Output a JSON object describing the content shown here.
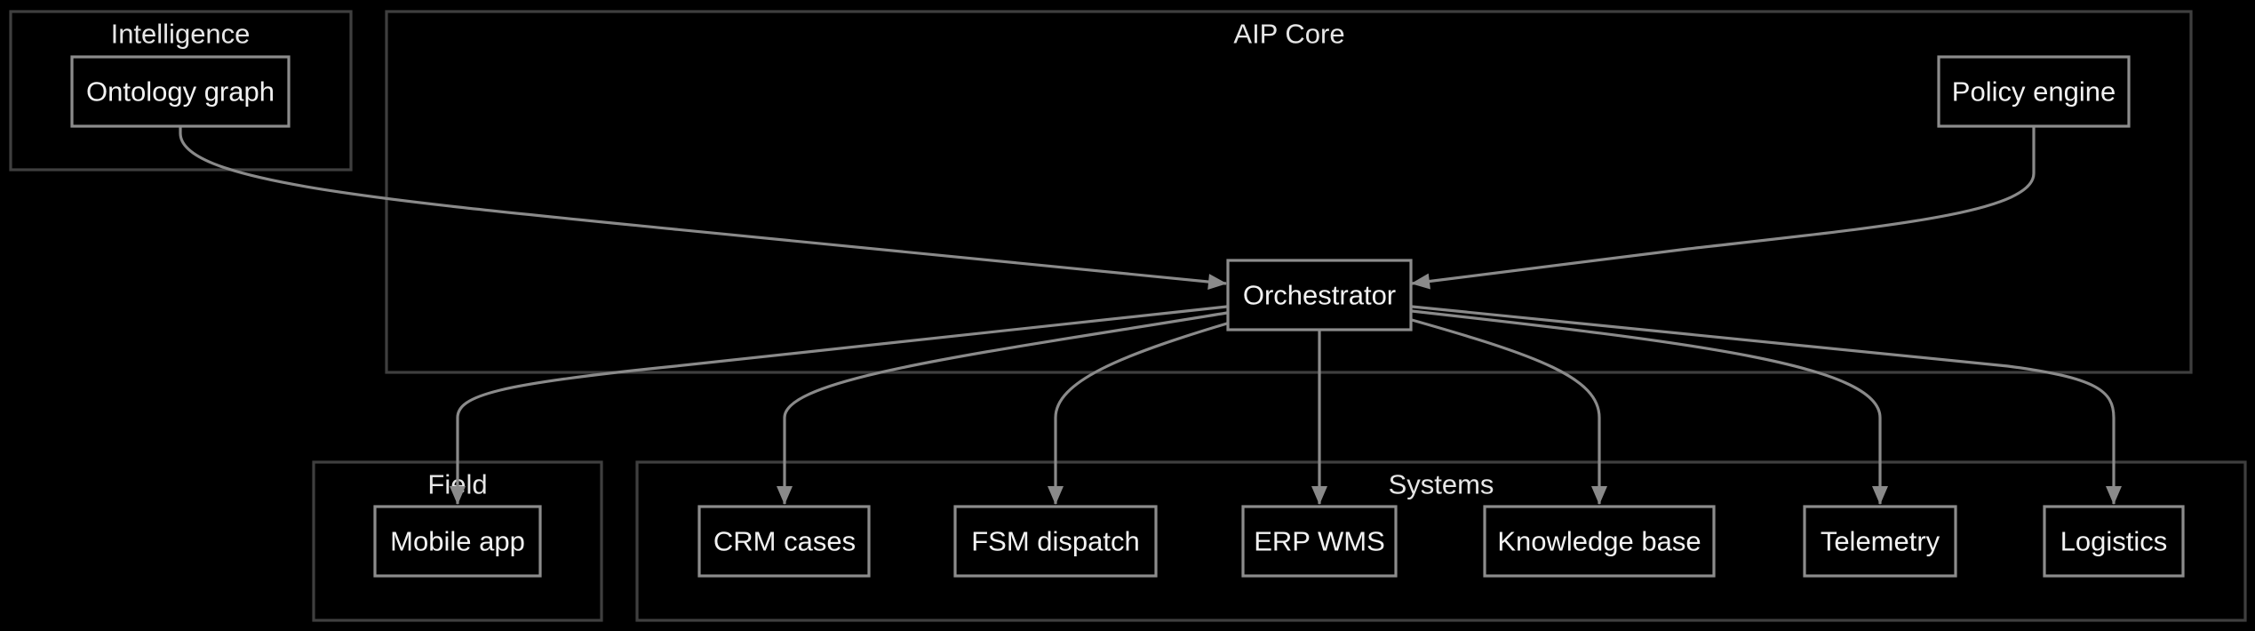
{
  "clusters": {
    "intelligence": "Intelligence",
    "aip_core": "AIP Core",
    "field": "Field",
    "systems": "Systems"
  },
  "nodes": {
    "ontology_graph": "Ontology graph",
    "policy_engine": "Policy engine",
    "orchestrator": "Orchestrator",
    "mobile_app": "Mobile app",
    "crm_cases": "CRM cases",
    "fsm_dispatch": "FSM dispatch",
    "erp_wms": "ERP WMS",
    "knowledge_base": "Knowledge base",
    "telemetry": "Telemetry",
    "logistics": "Logistics"
  },
  "edges": [
    {
      "from": "ontology_graph",
      "to": "orchestrator"
    },
    {
      "from": "policy_engine",
      "to": "orchestrator"
    },
    {
      "from": "orchestrator",
      "to": "mobile_app"
    },
    {
      "from": "orchestrator",
      "to": "crm_cases"
    },
    {
      "from": "orchestrator",
      "to": "fsm_dispatch"
    },
    {
      "from": "orchestrator",
      "to": "erp_wms"
    },
    {
      "from": "orchestrator",
      "to": "knowledge_base"
    },
    {
      "from": "orchestrator",
      "to": "telemetry"
    },
    {
      "from": "orchestrator",
      "to": "logistics"
    }
  ],
  "colors": {
    "background": "#000000",
    "cluster_border": "#3f3f3f",
    "node_border": "#8c8c8c",
    "edge": "#8a8a8a",
    "text": "#f2f2f2"
  }
}
